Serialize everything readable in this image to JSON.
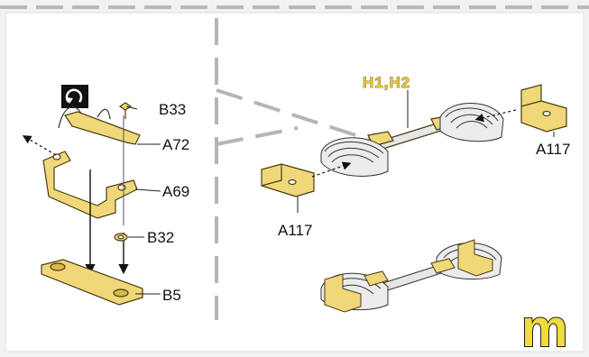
{
  "labels": {
    "b33": "B33",
    "a72": "A72",
    "a69": "A69",
    "b32": "B32",
    "b5": "B5",
    "h1h2": "H1,H2",
    "a117_right": "A117",
    "a117_left": "A117"
  },
  "step_letter": "m",
  "colors": {
    "background": "#f2f2f2",
    "panel": "#ffffff",
    "part_fill": "#f0d77a",
    "part_stroke": "#4a3c10",
    "dash": "#bdbdbd",
    "step_fill": "#f0dc3a"
  },
  "icons": {
    "rotate": "rotate-arrow-icon"
  }
}
